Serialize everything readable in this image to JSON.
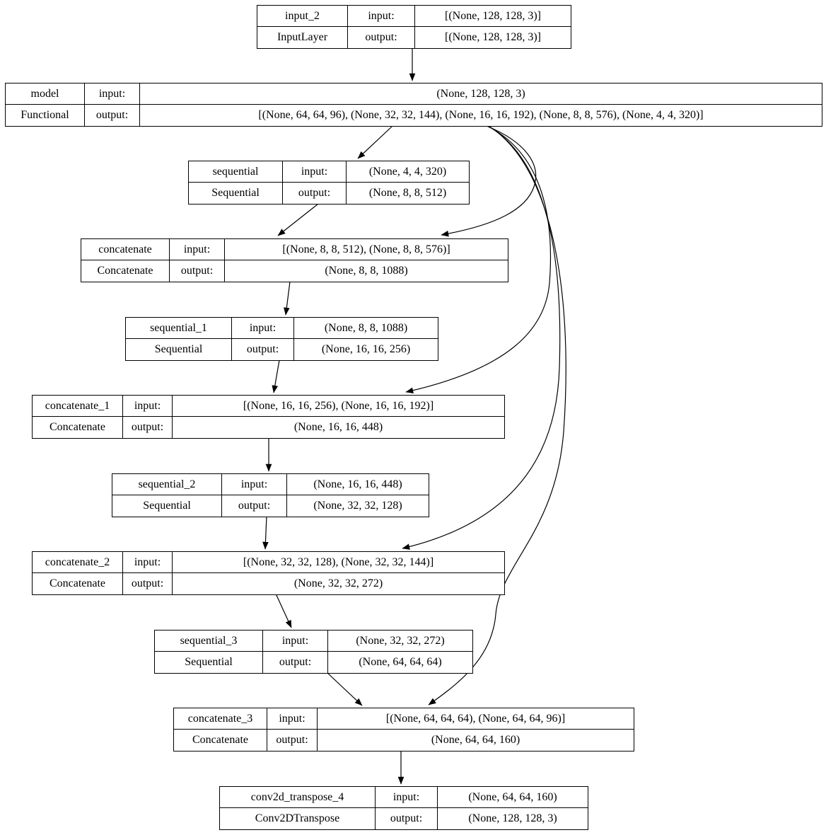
{
  "labels": {
    "input": "input:",
    "output": "output:"
  },
  "nodes": [
    {
      "name": "input_2",
      "type": "InputLayer",
      "input": "[(None, 128, 128, 3)]",
      "output": "[(None, 128, 128, 3)]"
    },
    {
      "name": "model",
      "type": "Functional",
      "input": "(None, 128, 128, 3)",
      "output": "[(None, 64, 64, 96), (None, 32, 32, 144), (None, 16, 16, 192), (None, 8, 8, 576), (None, 4, 4, 320)]"
    },
    {
      "name": "sequential",
      "type": "Sequential",
      "input": "(None, 4, 4, 320)",
      "output": "(None, 8, 8, 512)"
    },
    {
      "name": "concatenate",
      "type": "Concatenate",
      "input": "[(None, 8, 8, 512), (None, 8, 8, 576)]",
      "output": "(None, 8, 8, 1088)"
    },
    {
      "name": "sequential_1",
      "type": "Sequential",
      "input": "(None, 8, 8, 1088)",
      "output": "(None, 16, 16, 256)"
    },
    {
      "name": "concatenate_1",
      "type": "Concatenate",
      "input": "[(None, 16, 16, 256), (None, 16, 16, 192)]",
      "output": "(None, 16, 16, 448)"
    },
    {
      "name": "sequential_2",
      "type": "Sequential",
      "input": "(None, 16, 16, 448)",
      "output": "(None, 32, 32, 128)"
    },
    {
      "name": "concatenate_2",
      "type": "Concatenate",
      "input": "[(None, 32, 32, 128), (None, 32, 32, 144)]",
      "output": "(None, 32, 32, 272)"
    },
    {
      "name": "sequential_3",
      "type": "Sequential",
      "input": "(None, 32, 32, 272)",
      "output": "(None, 64, 64, 64)"
    },
    {
      "name": "concatenate_3",
      "type": "Concatenate",
      "input": "[(None, 64, 64, 64), (None, 64, 64, 96)]",
      "output": "(None, 64, 64, 160)"
    },
    {
      "name": "conv2d_transpose_4",
      "type": "Conv2DTranspose",
      "input": "(None, 64, 64, 160)",
      "output": "(None, 128, 128, 3)"
    }
  ],
  "edges": [
    {
      "from": "input_2",
      "to": "model"
    },
    {
      "from": "model",
      "to": "sequential"
    },
    {
      "from": "model",
      "to": "concatenate"
    },
    {
      "from": "model",
      "to": "concatenate_1"
    },
    {
      "from": "model",
      "to": "concatenate_2"
    },
    {
      "from": "model",
      "to": "concatenate_3"
    },
    {
      "from": "sequential",
      "to": "concatenate"
    },
    {
      "from": "concatenate",
      "to": "sequential_1"
    },
    {
      "from": "sequential_1",
      "to": "concatenate_1"
    },
    {
      "from": "concatenate_1",
      "to": "sequential_2"
    },
    {
      "from": "sequential_2",
      "to": "concatenate_2"
    },
    {
      "from": "concatenate_2",
      "to": "sequential_3"
    },
    {
      "from": "sequential_3",
      "to": "concatenate_3"
    },
    {
      "from": "concatenate_3",
      "to": "conv2d_transpose_4"
    }
  ],
  "colors": {
    "stroke": "#000000",
    "background": "#ffffff"
  }
}
